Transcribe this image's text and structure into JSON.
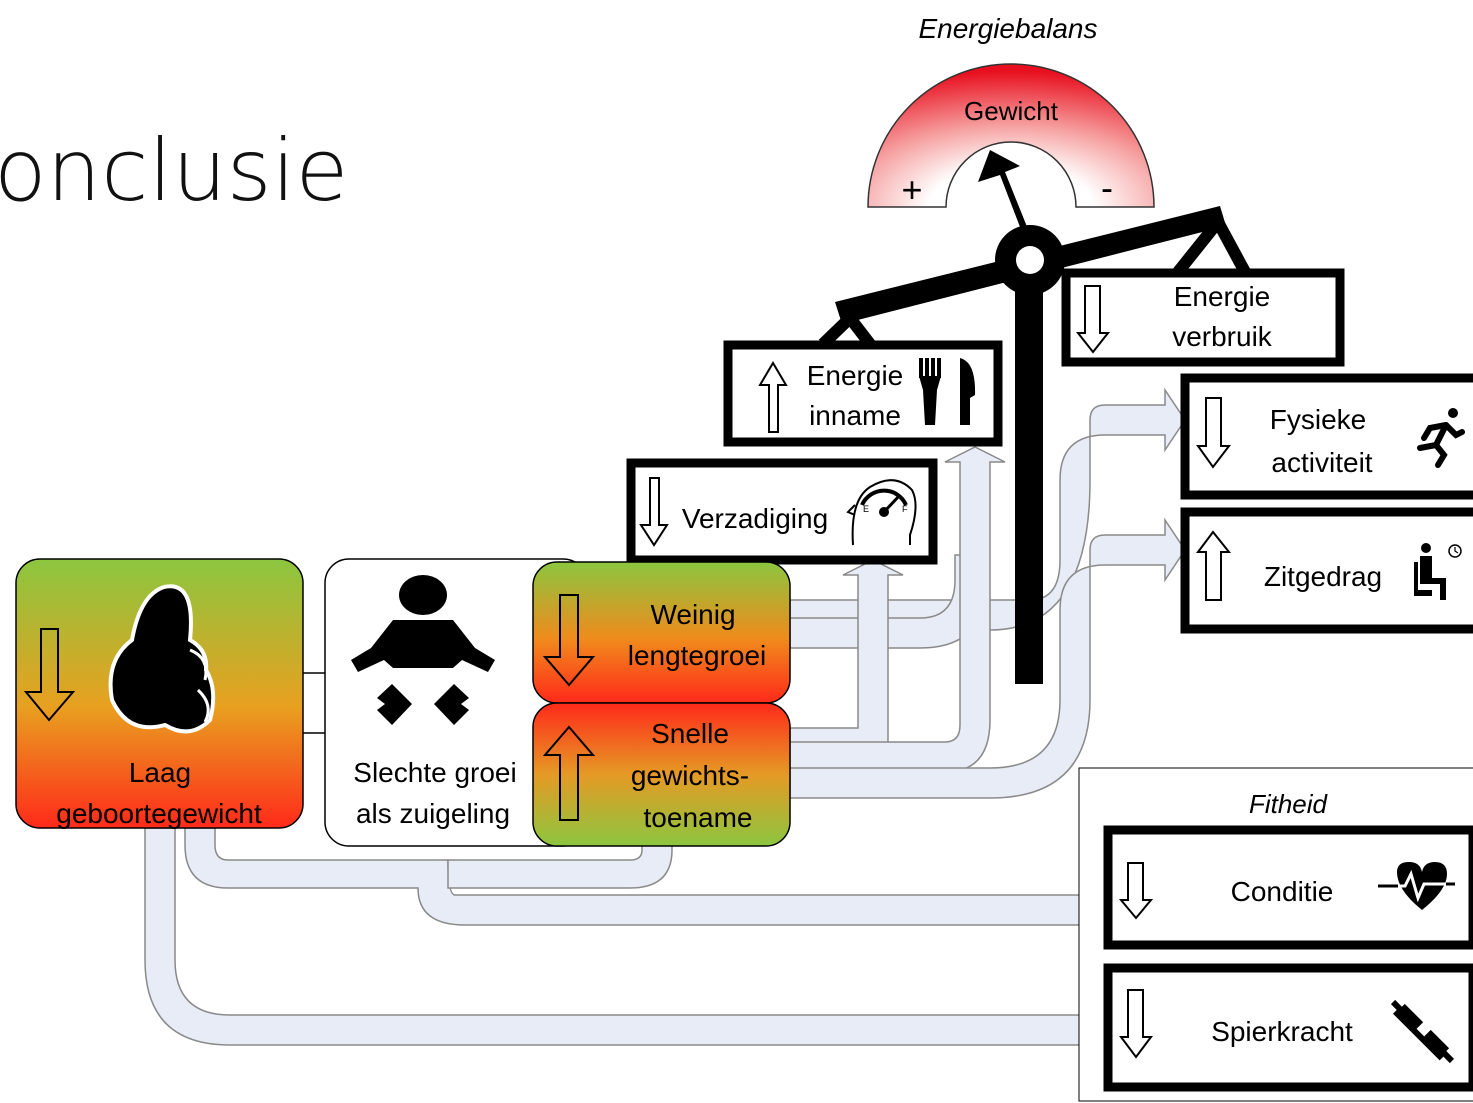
{
  "title": "onclusie",
  "scale": {
    "heading": "Energiebalans",
    "gauge_label": "Gewicht",
    "plus_sign": "+",
    "minus_sign": "-"
  },
  "boxes": {
    "energie_verbruik": {
      "line1": "Energie",
      "line2": "verbruik",
      "direction": "down"
    },
    "energie_inname": {
      "line1": "Energie",
      "line2": "inname",
      "direction": "up"
    },
    "verzadiging": {
      "label": "Verzadiging",
      "direction": "down",
      "gauge_e": "E",
      "gauge_f": "F"
    },
    "fysieke_activiteit": {
      "line1": "Fysieke",
      "line2": "activiteit",
      "direction": "down"
    },
    "zitgedrag": {
      "label": "Zitgedrag",
      "direction": "up"
    },
    "laag_geboortegewicht": {
      "line1": "Laag",
      "line2": "geboortegewicht",
      "direction": "down"
    },
    "slechte_groei": {
      "line1": "Slechte groei",
      "line2": "als zuigeling"
    },
    "weinig_lengtegroei": {
      "line1": "Weinig",
      "line2": "lengtegroei",
      "direction": "down"
    },
    "snelle_gewichtstoename": {
      "line1": "Snelle",
      "line2": "gewichts-",
      "line3": "toename",
      "direction": "up"
    }
  },
  "fitheid": {
    "heading": "Fitheid",
    "conditie": {
      "label": "Conditie",
      "direction": "down"
    },
    "spierkracht": {
      "label": "Spierkracht",
      "direction": "down"
    }
  },
  "colors": {
    "green": "#8cc63f",
    "red": "#ff2a1a",
    "arrow_fill": "#e8ecf6",
    "arrow_stroke": "#8a8a8a",
    "gauge_red": "#e8101f"
  }
}
